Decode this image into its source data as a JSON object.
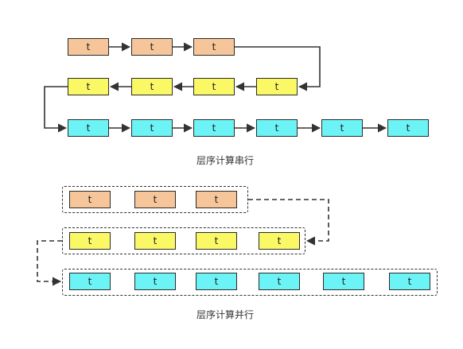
{
  "node_label": "t",
  "colors": {
    "orange": "#f7c59a",
    "yellow": "#fbf866",
    "cyan": "#6cf3f5",
    "line": "#333333"
  },
  "serial": {
    "caption": "层序计算串行",
    "layers": [
      {
        "color": "orange",
        "count": 3
      },
      {
        "color": "yellow",
        "count": 4
      },
      {
        "color": "cyan",
        "count": 6
      }
    ]
  },
  "parallel": {
    "caption": "层序计算并行",
    "layers": [
      {
        "color": "orange",
        "count": 3
      },
      {
        "color": "yellow",
        "count": 4
      },
      {
        "color": "cyan",
        "count": 6
      }
    ]
  }
}
